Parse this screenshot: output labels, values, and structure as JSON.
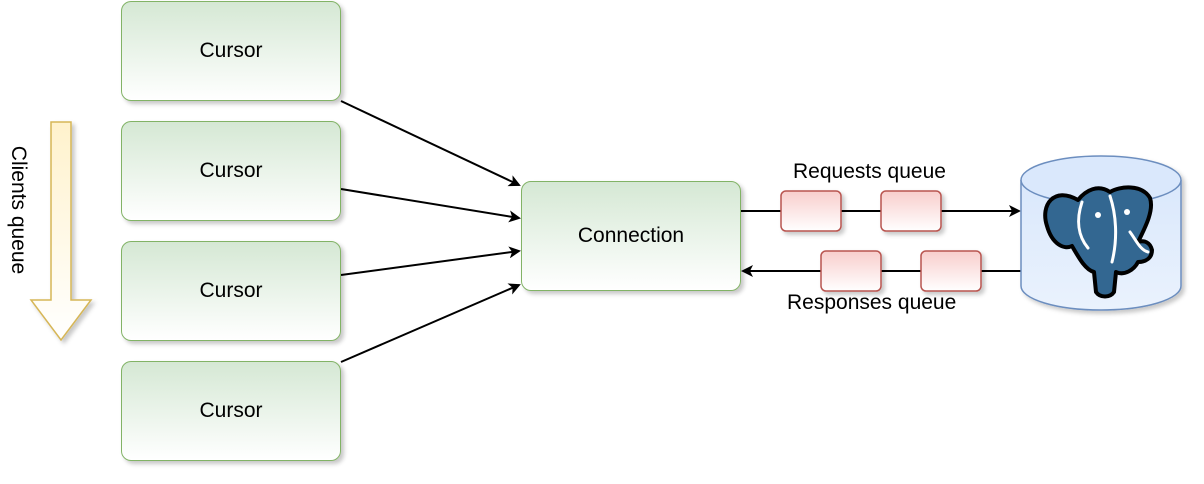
{
  "diagram": {
    "cursors": [
      {
        "label": "Cursor"
      },
      {
        "label": "Cursor"
      },
      {
        "label": "Cursor"
      },
      {
        "label": "Cursor"
      }
    ],
    "connection": {
      "label": "Connection"
    },
    "requests_queue": {
      "label": "Requests queue"
    },
    "responses_queue": {
      "label": "Responses queue"
    },
    "clients_queue": {
      "label": "Clients queue"
    },
    "database": {
      "icon": "postgresql-elephant-icon"
    },
    "colors": {
      "box_border": "#82b366",
      "box_fill": "#d5e8d4",
      "queue_item_border": "#b85450",
      "queue_item_fill": "#f8cecc",
      "database_border": "#6c8ebf",
      "database_fill": "#dae8fc",
      "elephant": "#336791",
      "clients_arrow_border": "#d6b656",
      "clients_arrow_fill": "#fff2cc"
    }
  }
}
